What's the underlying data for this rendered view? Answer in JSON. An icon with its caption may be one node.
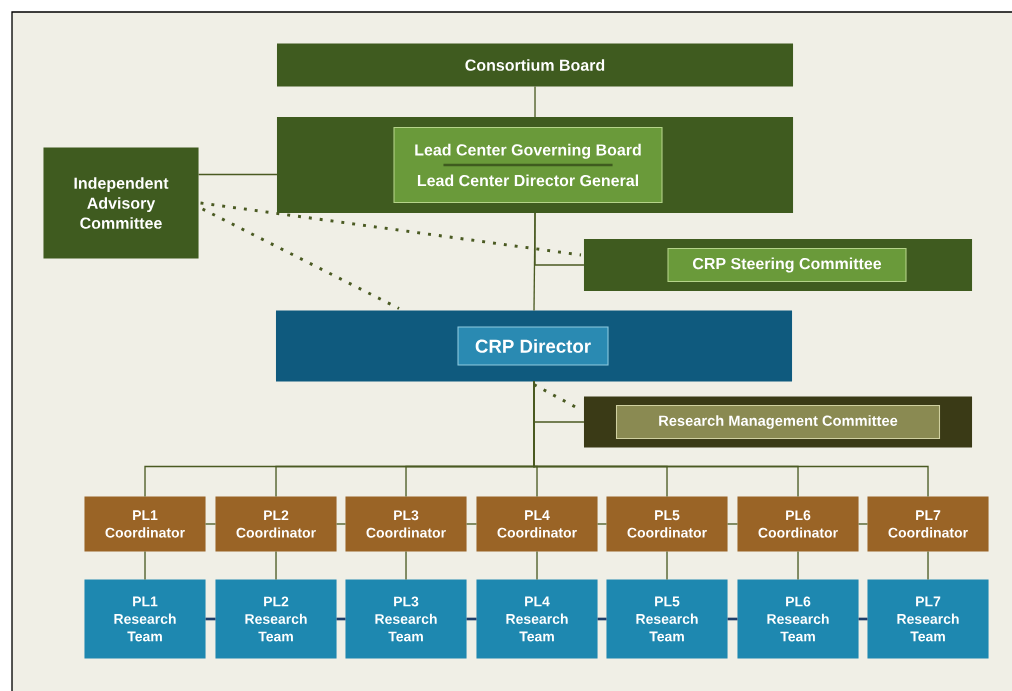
{
  "diagram": {
    "nodes": [
      {
        "text": [
          "Consortium Board"
        ]
      },
      {
        "text": [],
        "shape": "box"
      },
      {
        "text": [
          "Lead Center Governing Board",
          "Lead Center Director General"
        ],
        "in": 1
      },
      {
        "text": [
          "Independent Advisory Committee"
        ]
      },
      {
        "text": [],
        "shape": "box"
      },
      {
        "text": [
          "CRP Steering Committee"
        ],
        "in": 4
      },
      {
        "text": [],
        "shape": "box"
      },
      {
        "text": [
          "CRP Director"
        ],
        "in": 6
      },
      {
        "text": [],
        "shape": "box"
      },
      {
        "text": [
          "Research Management Committee"
        ],
        "in": 8
      },
      {
        "text": [
          "PL1 Coordinator"
        ]
      },
      {
        "text": [
          "PL2 Coordinator"
        ]
      },
      {
        "text": [
          "PL3 Coordinator"
        ]
      },
      {
        "text": [
          "PL4 Coordinator"
        ]
      },
      {
        "text": [
          "PL5 Coordinator"
        ]
      },
      {
        "text": [
          "PL6 Coordinator"
        ]
      },
      {
        "text": [
          "PL7 Coordinator"
        ]
      },
      {
        "text": [
          "PL1 Research Team"
        ]
      },
      {
        "text": [
          "PL2 Research Team"
        ]
      },
      {
        "text": [
          "PL3 Research Team"
        ]
      },
      {
        "text": [
          "PL4 Research Team"
        ]
      },
      {
        "text": [
          "PL5 Research Team"
        ]
      },
      {
        "text": [
          "PL6 Research Team"
        ]
      },
      {
        "text": [
          "PL7 Research Team"
        ]
      }
    ],
    "edges": [
      {
        "from": 0,
        "to": 1,
        "arrow": "none"
      },
      {
        "from": 3,
        "to": 1,
        "arrow": "none"
      },
      {
        "from": 3,
        "to": 4,
        "arrow": "none",
        "style": "dashed"
      },
      {
        "from": 3,
        "to": 6,
        "arrow": "none",
        "style": "dashed"
      },
      {
        "from": 1,
        "to": 4,
        "arrow": "none"
      },
      {
        "from": 1,
        "to": 6,
        "arrow": "none"
      },
      {
        "from": 6,
        "to": 8,
        "arrow": "none"
      },
      {
        "from": 6,
        "to": 8,
        "arrow": "none",
        "style": "dashed"
      },
      {
        "from": 6,
        "to": 10,
        "arrow": "none"
      },
      {
        "from": 6,
        "to": 11,
        "arrow": "none"
      },
      {
        "from": 6,
        "to": 12,
        "arrow": "none"
      },
      {
        "from": 6,
        "to": 13,
        "arrow": "none"
      },
      {
        "from": 6,
        "to": 14,
        "arrow": "none"
      },
      {
        "from": 6,
        "to": 15,
        "arrow": "none"
      },
      {
        "from": 6,
        "to": 16,
        "arrow": "none"
      },
      {
        "from": 10,
        "to": 11,
        "arrow": "none"
      },
      {
        "from": 11,
        "to": 12,
        "arrow": "none"
      },
      {
        "from": 12,
        "to": 13,
        "arrow": "none"
      },
      {
        "from": 13,
        "to": 14,
        "arrow": "none"
      },
      {
        "from": 14,
        "to": 15,
        "arrow": "none"
      },
      {
        "from": 15,
        "to": 16,
        "arrow": "none"
      },
      {
        "from": 10,
        "to": 17,
        "arrow": "none"
      },
      {
        "from": 11,
        "to": 18,
        "arrow": "none"
      },
      {
        "from": 12,
        "to": 19,
        "arrow": "none"
      },
      {
        "from": 13,
        "to": 20,
        "arrow": "none"
      },
      {
        "from": 14,
        "to": 21,
        "arrow": "none"
      },
      {
        "from": 15,
        "to": 22,
        "arrow": "none"
      },
      {
        "from": 16,
        "to": 23,
        "arrow": "none"
      },
      {
        "from": 17,
        "to": 18,
        "arrow": "none",
        "color": "#1e3e6a"
      },
      {
        "from": 18,
        "to": 19,
        "arrow": "none",
        "color": "#1e3e6a"
      },
      {
        "from": 19,
        "to": 20,
        "arrow": "none",
        "color": "#1e3e6a"
      },
      {
        "from": 20,
        "to": 21,
        "arrow": "none",
        "color": "#1e3e6a"
      },
      {
        "from": 21,
        "to": 22,
        "arrow": "none",
        "color": "#1e3e6a"
      },
      {
        "from": 22,
        "to": 23,
        "arrow": "none",
        "color": "#1e3e6a"
      }
    ]
  }
}
